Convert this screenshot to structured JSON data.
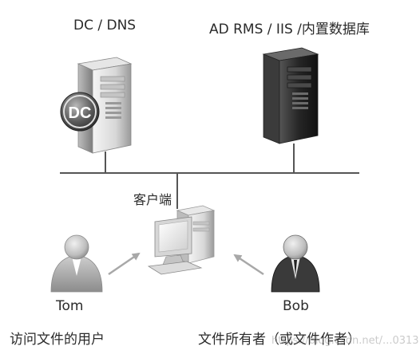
{
  "servers": {
    "dc_label": "DC / DNS",
    "dc_badge": "DC",
    "rms_label": "AD RMS / IIS /内置数据库"
  },
  "client": {
    "label": "客户端"
  },
  "users": {
    "tom_name": "Tom",
    "tom_role": "访问文件的用户",
    "bob_name": "Bob",
    "bob_role": "文件所有者（或文件作者）"
  },
  "watermark": "https://blog.csdn.net/...0313"
}
